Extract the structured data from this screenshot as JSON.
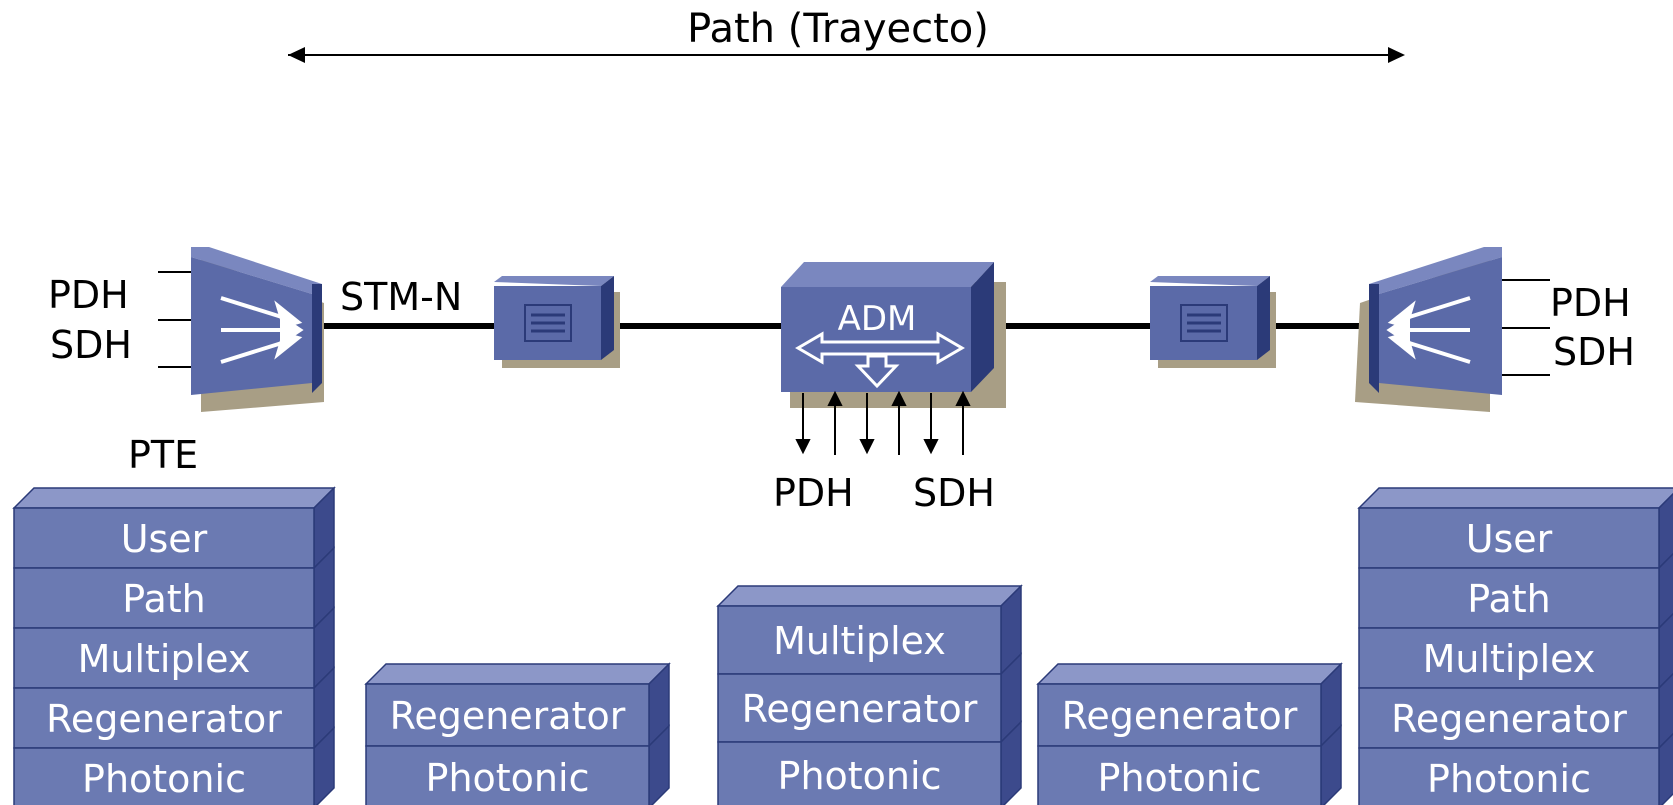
{
  "path_label": "Path (Trayecto)",
  "link_label": "STM-N",
  "pte_label": "PTE",
  "left_tributaries": [
    "PDH",
    "SDH"
  ],
  "right_tributaries": [
    "PDH",
    "SDH"
  ],
  "adm": {
    "label": "ADM",
    "tributaries": [
      "PDH",
      "SDH"
    ]
  },
  "stacks": {
    "pte_left": [
      "User",
      "Path",
      "Multiplex",
      "Regenerator",
      "Photonic"
    ],
    "regen_left": [
      "Regenerator",
      "Photonic"
    ],
    "adm": [
      "Multiplex",
      "Regenerator",
      "Photonic"
    ],
    "regen_right": [
      "Regenerator",
      "Photonic"
    ],
    "pte_right": [
      "User",
      "Path",
      "Multiplex",
      "Regenerator",
      "Photonic"
    ]
  },
  "colors": {
    "device_face": "#5b6aa8",
    "device_top": "#7a87bf",
    "device_side": "#2b3a78",
    "shadow": "#a89e85",
    "layer_face": "#6b7ab2",
    "layer_top": "#8c97c8",
    "layer_side": "#3c4a8c"
  }
}
